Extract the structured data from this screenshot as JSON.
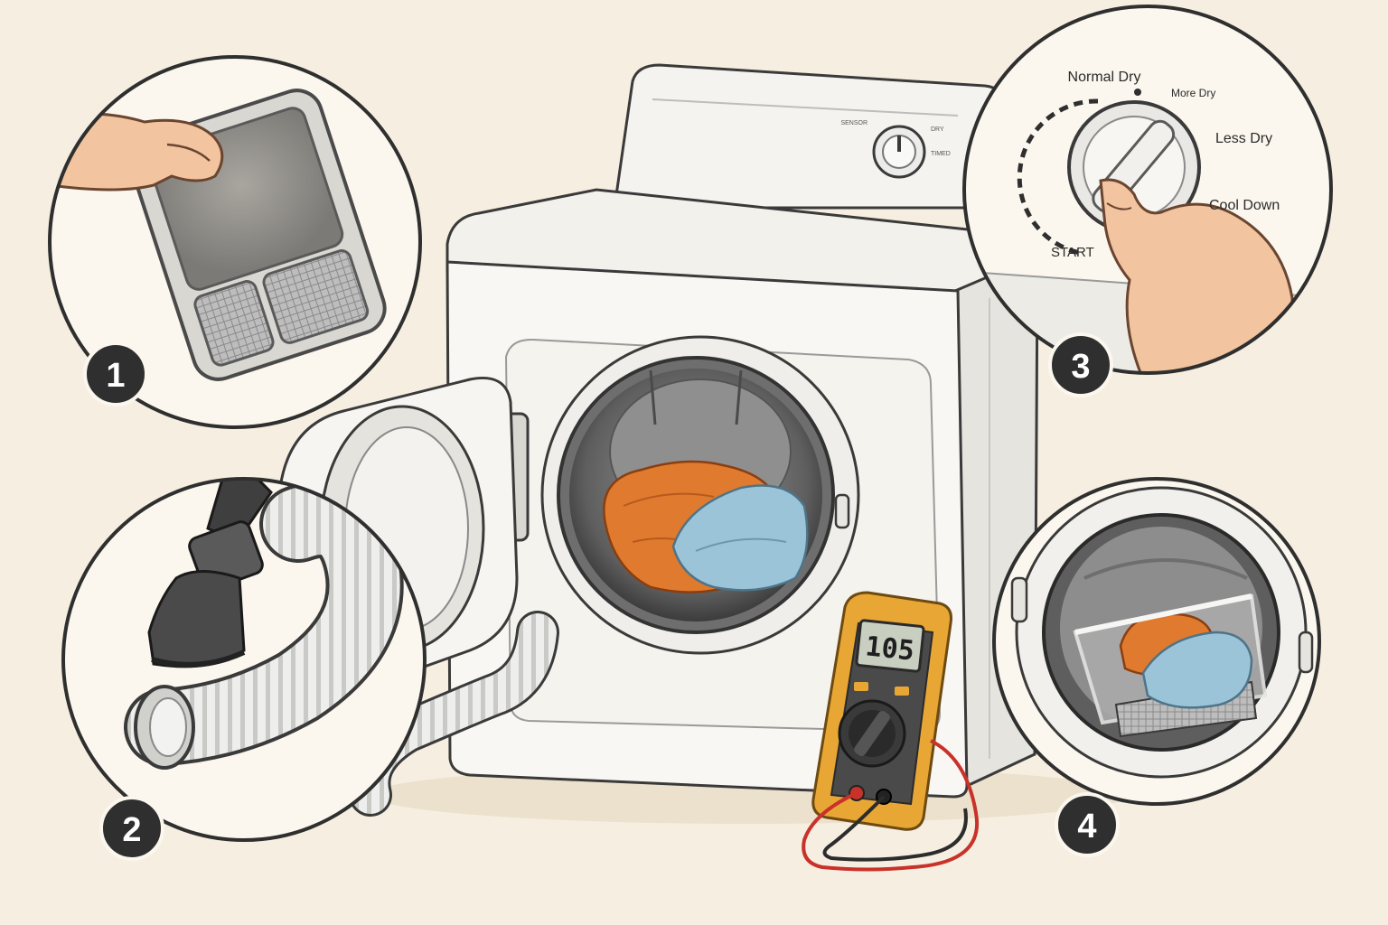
{
  "dryer": {
    "panel_labels": [
      "SENSOR",
      "DRY",
      "TIMED"
    ],
    "colors": {
      "body": "#f7f6f2",
      "outline": "#3a3a3a",
      "drum_dark": "#5a5a5a",
      "orange_cloth": "#e07a2f",
      "blue_cloth": "#9cc4d8"
    }
  },
  "multimeter": {
    "reading": "105",
    "colors": {
      "case": "#e8a735",
      "lead_red": "#c8322a",
      "lead_black": "#2c2c2c"
    }
  },
  "steps": [
    {
      "number": "1",
      "subject": "lint-filter"
    },
    {
      "number": "2",
      "subject": "vent-hose"
    },
    {
      "number": "3",
      "subject": "dryness-dial"
    },
    {
      "number": "4",
      "subject": "drum-rack"
    }
  ],
  "dial": {
    "labels": {
      "normal_dry": "Normal Dry",
      "more_dry": "More Dry",
      "less_dry": "Less Dry",
      "cool_down": "Cool Down",
      "start": "START"
    }
  },
  "colors": {
    "background": "#f6efe1",
    "badge": "#2f2f2f",
    "circle_bg": "#fbf7ee"
  }
}
